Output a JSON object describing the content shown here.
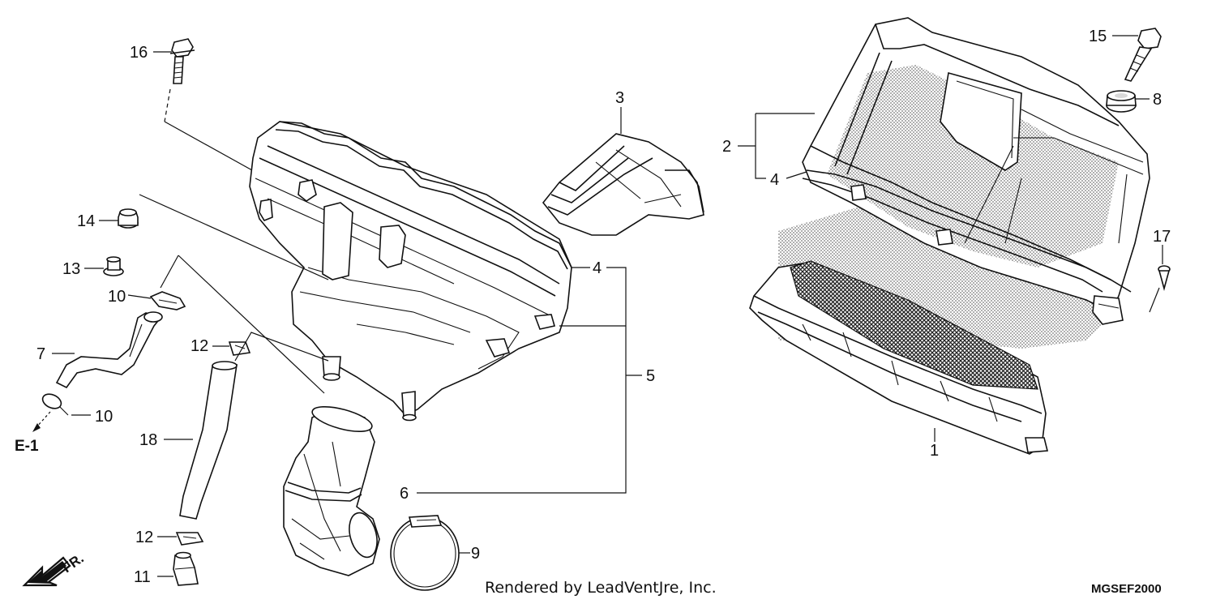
{
  "callouts": {
    "c1": "1",
    "c2": "2",
    "c3": "3",
    "c4a": "4",
    "c4b": "4",
    "c5": "5",
    "c6": "6",
    "c7": "7",
    "c8": "8",
    "c9": "9",
    "c10a": "10",
    "c10b": "10",
    "c11": "11",
    "c12a": "12",
    "c12b": "12",
    "c13": "13",
    "c14": "14",
    "c15": "15",
    "c16": "16",
    "c17": "17",
    "c18": "18"
  },
  "reference": "E-1",
  "direction": "FR.",
  "credit": "Rendered by LeadVentJre, Inc.",
  "diagram_code": "MGSEF2000",
  "icons": [
    "front-direction-arrow-icon",
    "reference-arrow-icon"
  ]
}
